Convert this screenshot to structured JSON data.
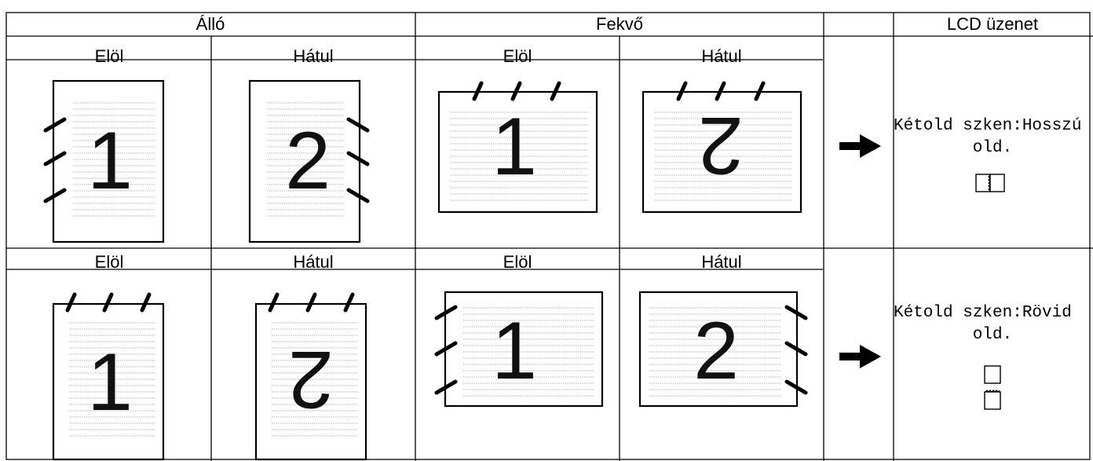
{
  "table": {
    "headers": {
      "portrait": "Álló",
      "landscape": "Fekvő",
      "lcd": "LCD üzenet"
    },
    "rows": [
      {
        "cells": [
          {
            "label": "Elöl",
            "number": "1",
            "binding": "left-binding",
            "orientation": "portrait",
            "flipped": false
          },
          {
            "label": "Hátul",
            "number": "2",
            "binding": "right-binding",
            "orientation": "portrait",
            "flipped": false
          },
          {
            "label": "Elöl",
            "number": "1",
            "binding": "top-binding",
            "orientation": "landscape",
            "flipped": false
          },
          {
            "label": "Hátul",
            "number": "2",
            "binding": "top-binding",
            "orientation": "landscape",
            "flipped": true
          }
        ],
        "arrow_icon": "right-arrow-icon",
        "lcd_line1": "Kétold szken:Hosszú",
        "lcd_line2": "old.",
        "lcd_icon": "long-edge-flip-icon"
      },
      {
        "cells": [
          {
            "label": "Elöl",
            "number": "1",
            "binding": "top-binding",
            "orientation": "portrait",
            "flipped": false
          },
          {
            "label": "Hátul",
            "number": "2",
            "binding": "top-binding",
            "orientation": "portrait",
            "flipped": true
          },
          {
            "label": "Elöl",
            "number": "1",
            "binding": "left-binding",
            "orientation": "landscape",
            "flipped": false
          },
          {
            "label": "Hátul",
            "number": "2",
            "binding": "right-binding",
            "orientation": "landscape",
            "flipped": false
          }
        ],
        "arrow_icon": "right-arrow-icon",
        "lcd_line1": "Kétold szken:Rövid",
        "lcd_line2": "old.",
        "lcd_icon": "short-edge-flip-icon"
      }
    ]
  }
}
